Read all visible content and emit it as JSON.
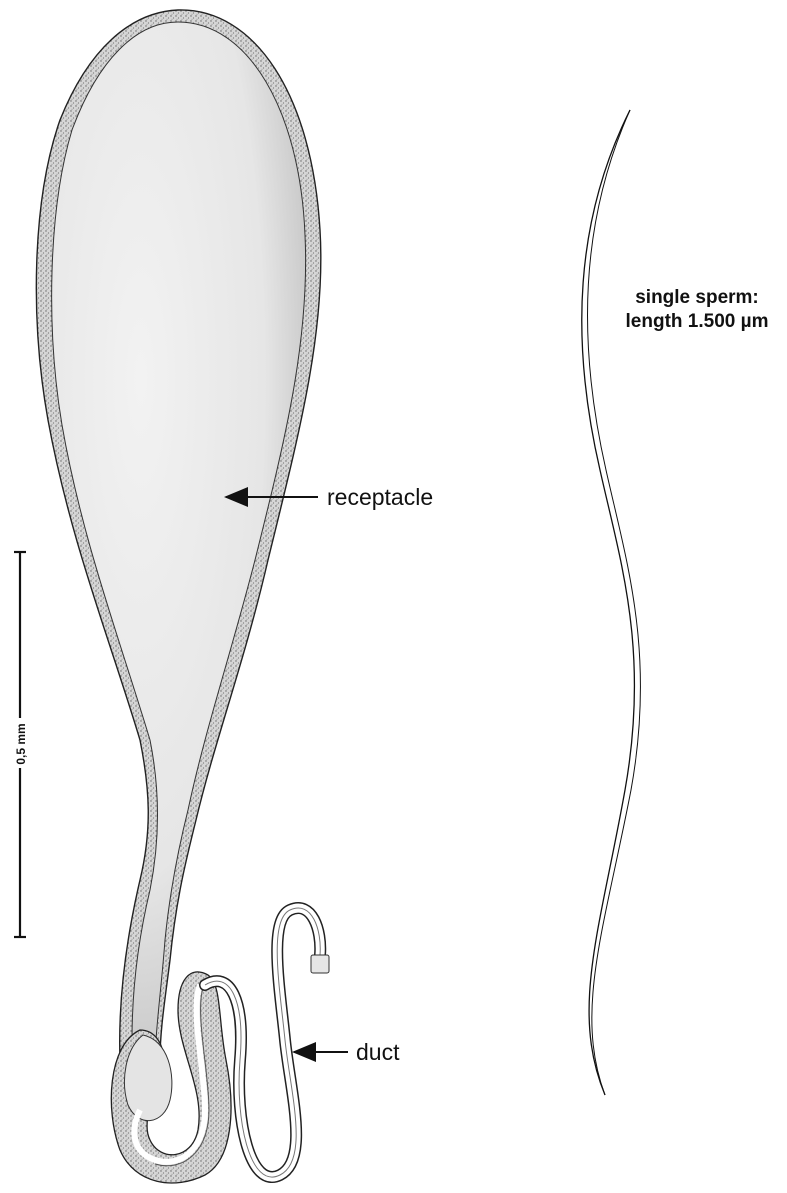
{
  "labels": {
    "receptacle": "receptacle",
    "duct": "duct",
    "sperm_line1": "single sperm:",
    "sperm_line2": "length 1.500 µm",
    "scale_bar": "0,5 mm"
  },
  "colors": {
    "ink": "#111111",
    "wall_fill": "#cfcfcf",
    "lumen_fill": "#ededed",
    "lumen_shade": "#c4c4c4"
  }
}
